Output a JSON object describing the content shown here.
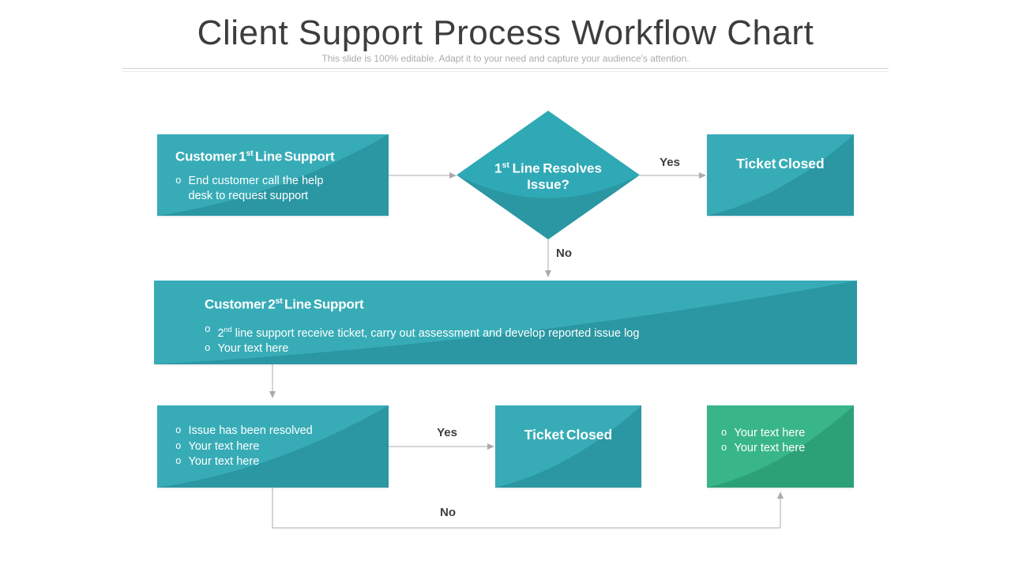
{
  "slide": {
    "title": "Client Support Process Workflow Chart",
    "subtitle": "This slide is 100% editable. Adapt it to your need and capture your audience's attention."
  },
  "bullet_marker": "o",
  "colors": {
    "teal": "#2FA9B5",
    "green": "#31B384",
    "arrow": "#ABABAB",
    "label": "#3D3D3D",
    "title": "#3D3D3D",
    "muted": "#ABABAB"
  },
  "labels": {
    "yes_top": "Yes",
    "no_mid": "No",
    "yes_bottom": "Yes",
    "no_bottom": "No"
  },
  "nodes": {
    "box1": {
      "title": {
        "pre": "Customer 1",
        "sup": "st",
        "post": " Line Support"
      },
      "bullets": [
        "End customer call the help desk to request support"
      ]
    },
    "decision": {
      "line1": {
        "pre": "1",
        "sup": "st",
        "post": " Line Resolves"
      },
      "line2": "Issue?"
    },
    "ticket_top": {
      "label": "Ticket Closed"
    },
    "band": {
      "title": {
        "pre": "Customer 2",
        "sup": "st",
        "post": " Line Support"
      },
      "bullet1": {
        "pre": "2",
        "sup": "nd",
        "post": " line support receive ticket, carry out assessment and develop reported issue log"
      },
      "bullet2": "Your text here"
    },
    "resolve_box": {
      "bullets": [
        "Issue has been resolved",
        "Your text here",
        "Your text here"
      ]
    },
    "ticket_bottom": {
      "label": "Ticket Closed"
    },
    "green_box": {
      "bullets": [
        "Your text here",
        "Your text here"
      ]
    }
  }
}
